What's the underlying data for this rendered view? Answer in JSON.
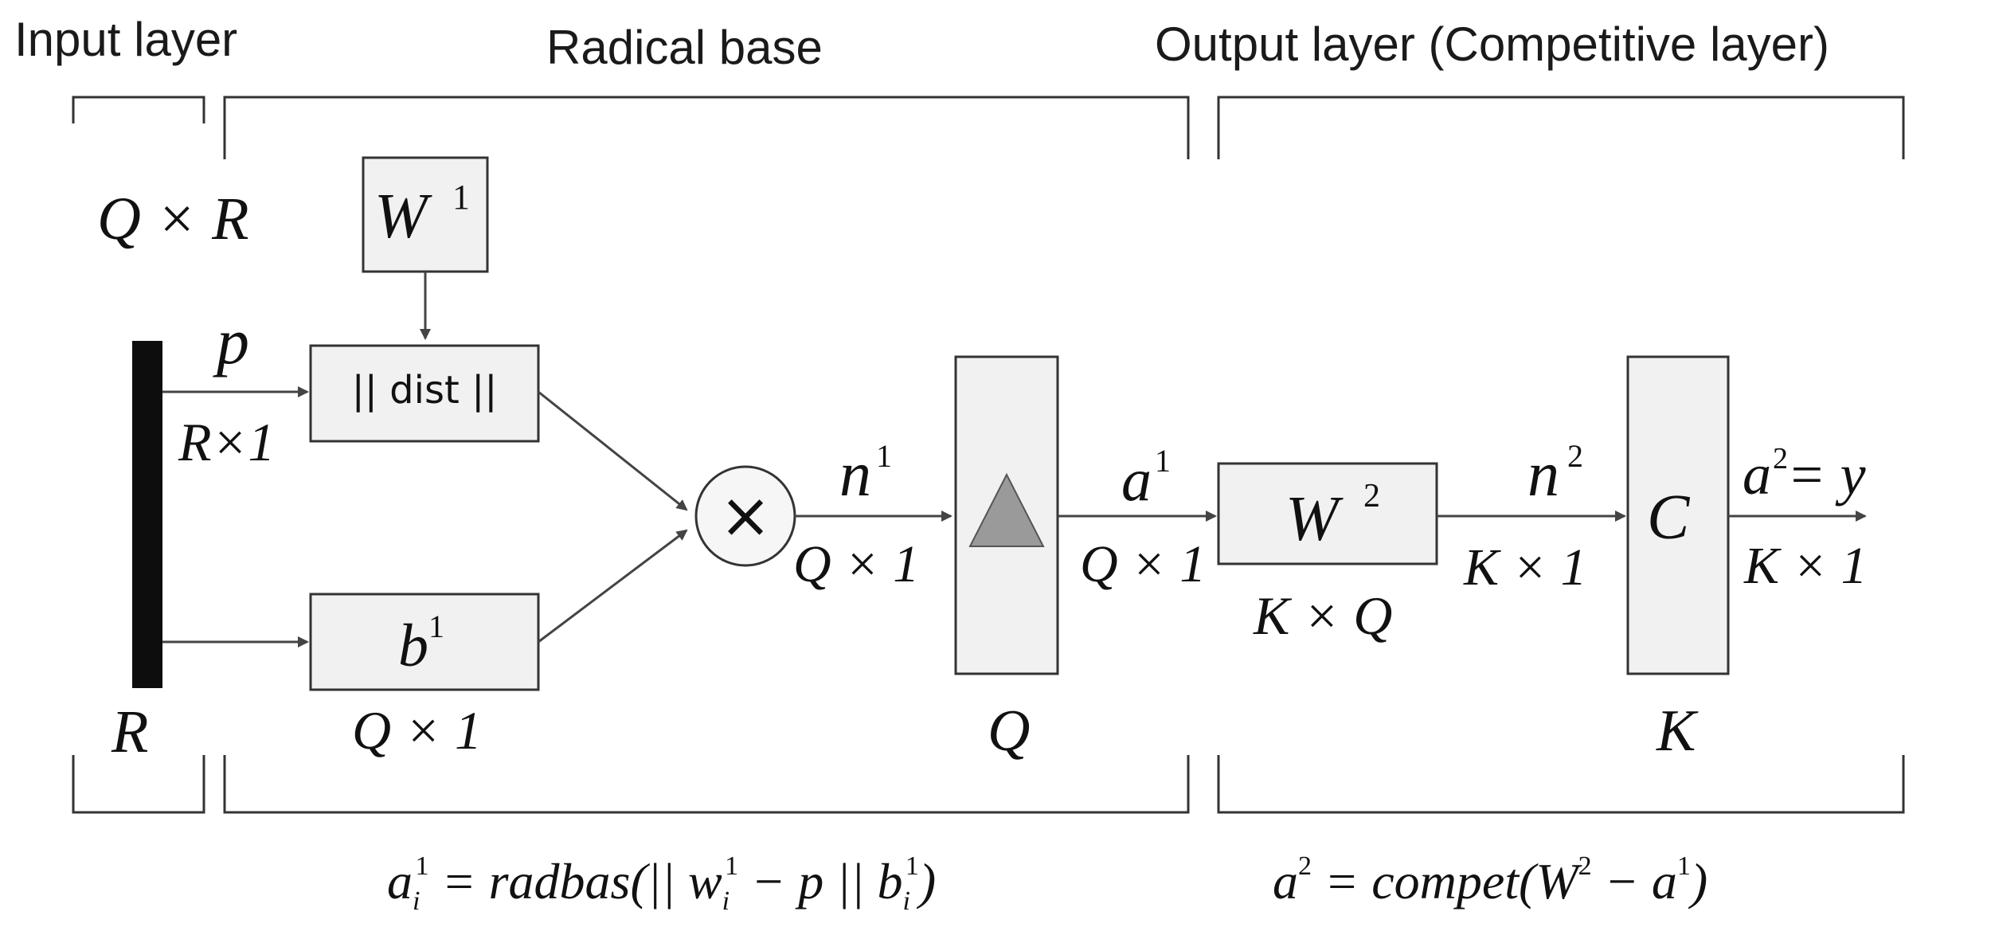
{
  "headers": {
    "input_layer": "Input layer",
    "radial_basis": "Radical base",
    "output_layer": "Output layer (Competitive layer)"
  },
  "weights1": {
    "label": "W",
    "sup": "1",
    "dims": "Q × R"
  },
  "input": {
    "p_label": "p",
    "p_dims": "R×1",
    "bottom_label": "R"
  },
  "dist_block": {
    "label": "|| dist ||"
  },
  "bias": {
    "label": "b",
    "sup": "1",
    "dims": "Q × 1"
  },
  "multiply": {
    "symbol": "×"
  },
  "n1": {
    "label": "n",
    "sup": "1",
    "dims": "Q × 1"
  },
  "radbas": {
    "bottom_label": "Q"
  },
  "a1": {
    "label": "a",
    "sup": "1",
    "dims": "Q × 1"
  },
  "weights2": {
    "label": "W",
    "sup": "2",
    "dims": "K × Q"
  },
  "n2": {
    "label": "n",
    "sup": "2",
    "dims": "K × 1"
  },
  "compet": {
    "label": "C",
    "bottom_label": "K"
  },
  "output": {
    "label": "a",
    "sup": "2",
    "eq": "= y",
    "dims": "K × 1"
  },
  "formulas": {
    "hidden": {
      "a": "a",
      "sub_i": "i",
      "sup": "1",
      "rest": " = radbas(|| w",
      "w_sub": "i",
      "w_sup": "1",
      "minus_p": " − p || b",
      "b_sub": "i",
      "b_sup": "1",
      "close": ")"
    },
    "output": {
      "a": "a",
      "sup": "2",
      "eq": " = compet(W",
      "w_sup": "2",
      "minus": " − a",
      "a_sup": "1",
      "close": ")"
    }
  }
}
